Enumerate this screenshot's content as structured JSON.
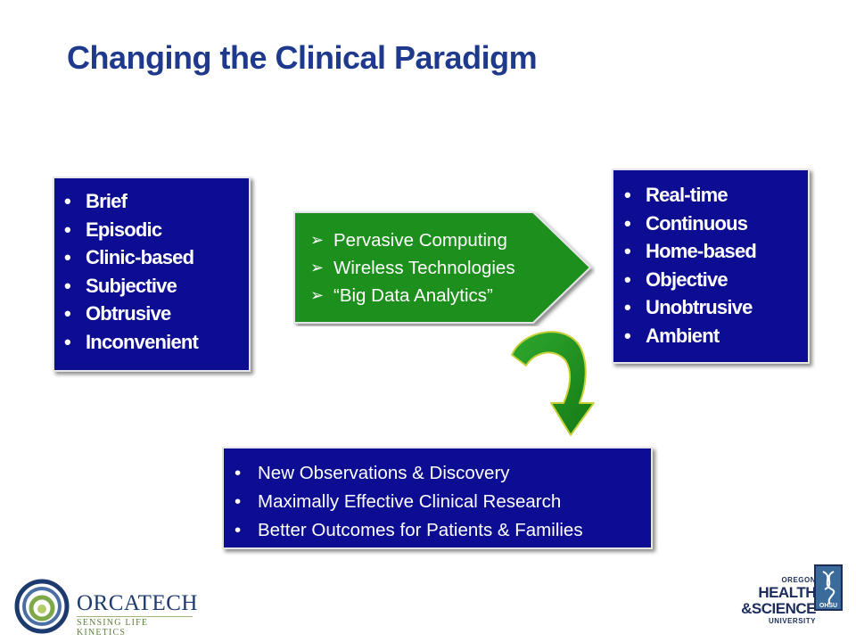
{
  "title": "Changing the Clinical Paradigm",
  "left_box": {
    "items": [
      "Brief",
      "Episodic",
      "Clinic-based",
      "Subjective",
      "Obtrusive",
      "Inconvenient"
    ]
  },
  "arrow": {
    "items": [
      "Pervasive Computing",
      "Wireless Technologies",
      "“Big Data Analytics”"
    ],
    "color": "#1e8f1e"
  },
  "right_box": {
    "items": [
      "Real-time",
      "Continuous",
      "Home-based",
      "Objective",
      "Unobtrusive",
      "Ambient"
    ]
  },
  "bottom_box": {
    "items": [
      "New Observations & Discovery",
      "Maximally Effective Clinical Research",
      "Better Outcomes for Patients & Families"
    ]
  },
  "logos": {
    "orcatech": {
      "name": "ORCATECH",
      "tagline": "SENSING LIFE KINETICS"
    },
    "ohsu": {
      "line1": "OREGON",
      "line2": "HEALTH",
      "line3": "&SCIENCE",
      "line4": "UNIVERSITY",
      "badge": "OHSU"
    }
  },
  "colors": {
    "title": "#1f3a8c",
    "box_fill": "#0d0d94",
    "arrow_fill": "#1e8f1e"
  }
}
